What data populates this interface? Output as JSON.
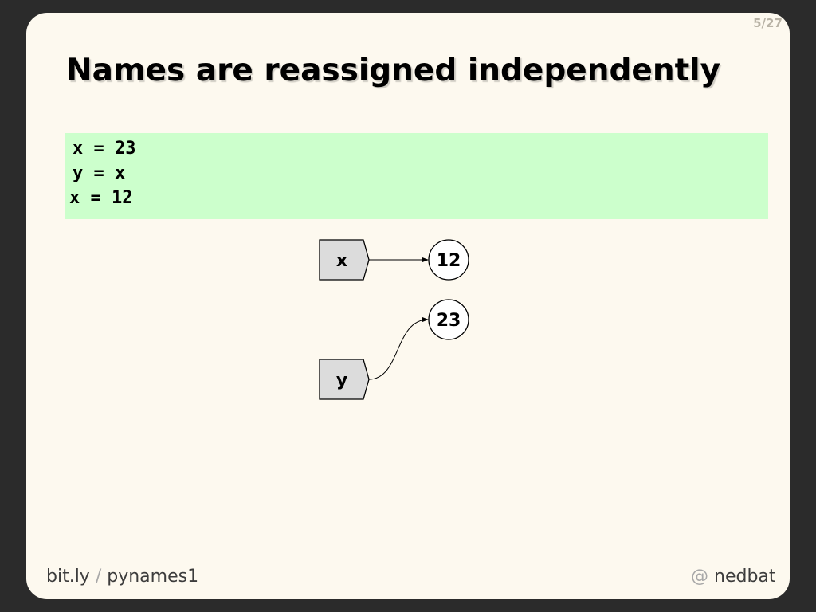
{
  "slide": {
    "counter": "5/27",
    "title": "Names are reassigned independently"
  },
  "code": {
    "lines": [
      "x = 23",
      "y = x",
      "x = 12"
    ]
  },
  "diagram": {
    "names": [
      "x",
      "y"
    ],
    "values": [
      "12",
      "23"
    ]
  },
  "footer": {
    "left_host": "bit.ly",
    "left_sep": "/",
    "left_path": "pynames1",
    "right_at": "@",
    "right_handle": "nedbat"
  },
  "colors": {
    "background": "#2b2b2b",
    "slide": "#fdf9ef",
    "code_bg": "#ccffcc",
    "name_box": "#dcdcdc"
  }
}
